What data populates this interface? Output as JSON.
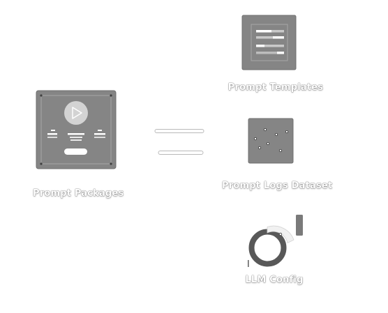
{
  "diagram": {
    "source": {
      "label": "Prompt Packages",
      "icon": "prompt-package-icon"
    },
    "connector": {
      "icon": "equals-icon"
    },
    "components": [
      {
        "label": "Prompt Templates",
        "icon": "prompt-template-icon"
      },
      {
        "label": "Prompt Logs Dataset",
        "icon": "scatter-dataset-icon"
      },
      {
        "label": "LLM Config",
        "icon": "donut-gauge-icon"
      }
    ]
  },
  "colors": {
    "card_fill": "#808080",
    "card_border": "#6c6c6c",
    "accent_light": "#d4d4d4",
    "background": "#ffffff"
  }
}
